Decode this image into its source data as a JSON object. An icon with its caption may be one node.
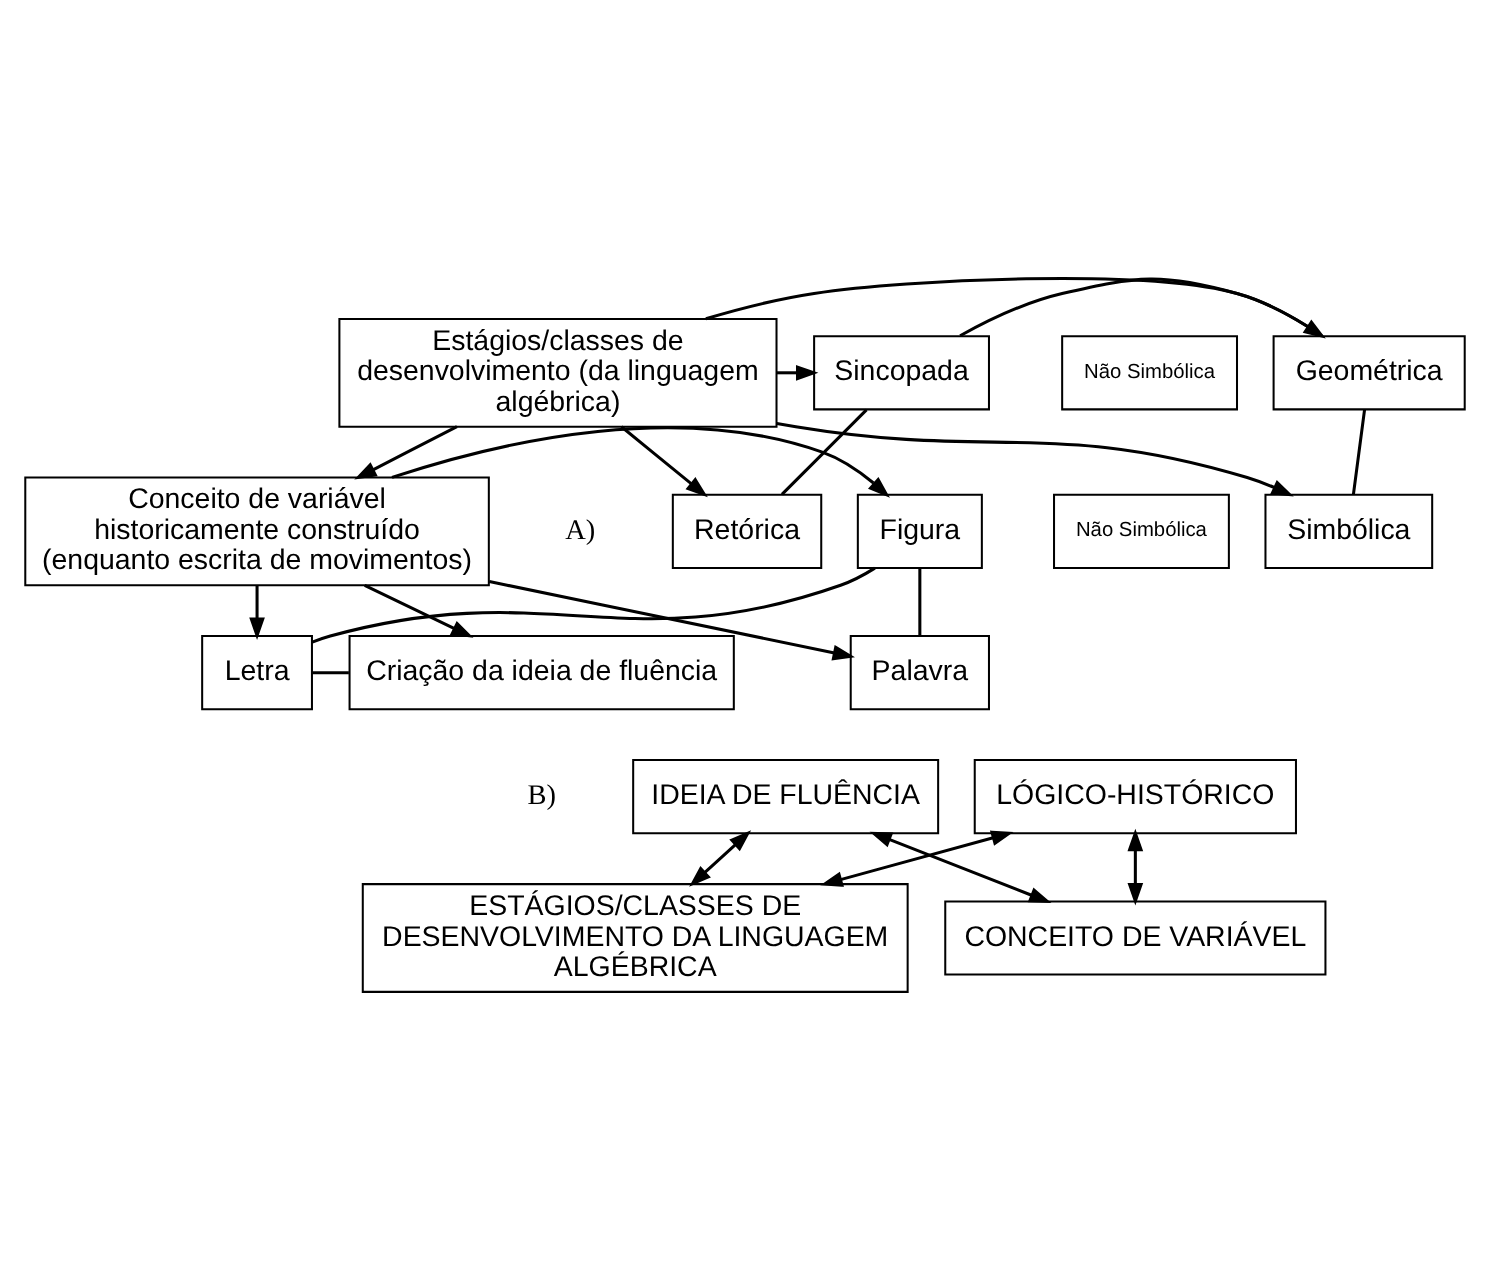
{
  "diagram": {
    "nodes": [
      {
        "text": [
          "Estágios/classes de desenvolvimento (da linguagem algébrica)"
        ]
      },
      {
        "text": [
          "Retórica"
        ]
      },
      {
        "text": [
          "Sincopada"
        ]
      },
      {
        "text": [
          "Geométrica"
        ]
      },
      {
        "text": [
          "Simbólica"
        ]
      },
      {
        "text": [
          "Não Simbólica"
        ]
      },
      {
        "text": [
          "Conceito de variável historicamente construído (enquanto escrita de movimentos)"
        ]
      },
      {
        "text": [
          "Palavra"
        ]
      },
      {
        "text": [
          "Figura"
        ]
      },
      {
        "text": [
          "Letra"
        ]
      },
      {
        "text": [
          "Não Simbólica"
        ]
      },
      {
        "text": [
          "Criação da ideia de fluência"
        ]
      },
      {
        "text": [
          "LÓGICO-HISTÓRICO"
        ]
      },
      {
        "text": [
          "ESTÁGIOS/CLASSES DE DESENVOLVIMENTO DA LINGUAGEM ALGÉBRICA"
        ]
      },
      {
        "text": [
          "CONCEITO DE VARIÁVEL"
        ]
      },
      {
        "text": [
          "IDEIA DE FLUÊNCIA"
        ]
      }
    ],
    "edges": [
      {
        "from": 0,
        "to": 1,
        "arrow": "to"
      },
      {
        "from": 0,
        "to": 2,
        "arrow": "to"
      },
      {
        "from": 0,
        "to": 3,
        "arrow": "to"
      },
      {
        "from": 0,
        "to": 4,
        "arrow": "to"
      },
      {
        "from": 1,
        "to": 2,
        "arrow": "none"
      },
      {
        "from": 2,
        "to": 3,
        "arrow": "none"
      },
      {
        "from": 3,
        "to": 4,
        "arrow": "none"
      },
      {
        "from": 0,
        "to": 6,
        "arrow": "to"
      },
      {
        "from": 6,
        "to": 7,
        "arrow": "to"
      },
      {
        "from": 6,
        "to": 8,
        "arrow": "to"
      },
      {
        "from": 6,
        "to": 9,
        "arrow": "to"
      },
      {
        "from": 7,
        "to": 8,
        "arrow": "none"
      },
      {
        "from": 8,
        "to": 9,
        "arrow": "none"
      },
      {
        "from": 6,
        "to": 11,
        "arrow": "to"
      },
      {
        "from": 9,
        "to": 11,
        "arrow": "none"
      },
      {
        "from": 12,
        "to": 13,
        "arrow": "both"
      },
      {
        "from": 12,
        "to": 14,
        "arrow": "both"
      },
      {
        "from": 15,
        "to": 13,
        "arrow": "both"
      },
      {
        "from": 15,
        "to": 14,
        "arrow": "both"
      }
    ],
    "labels": [
      "A)",
      "B)"
    ]
  }
}
